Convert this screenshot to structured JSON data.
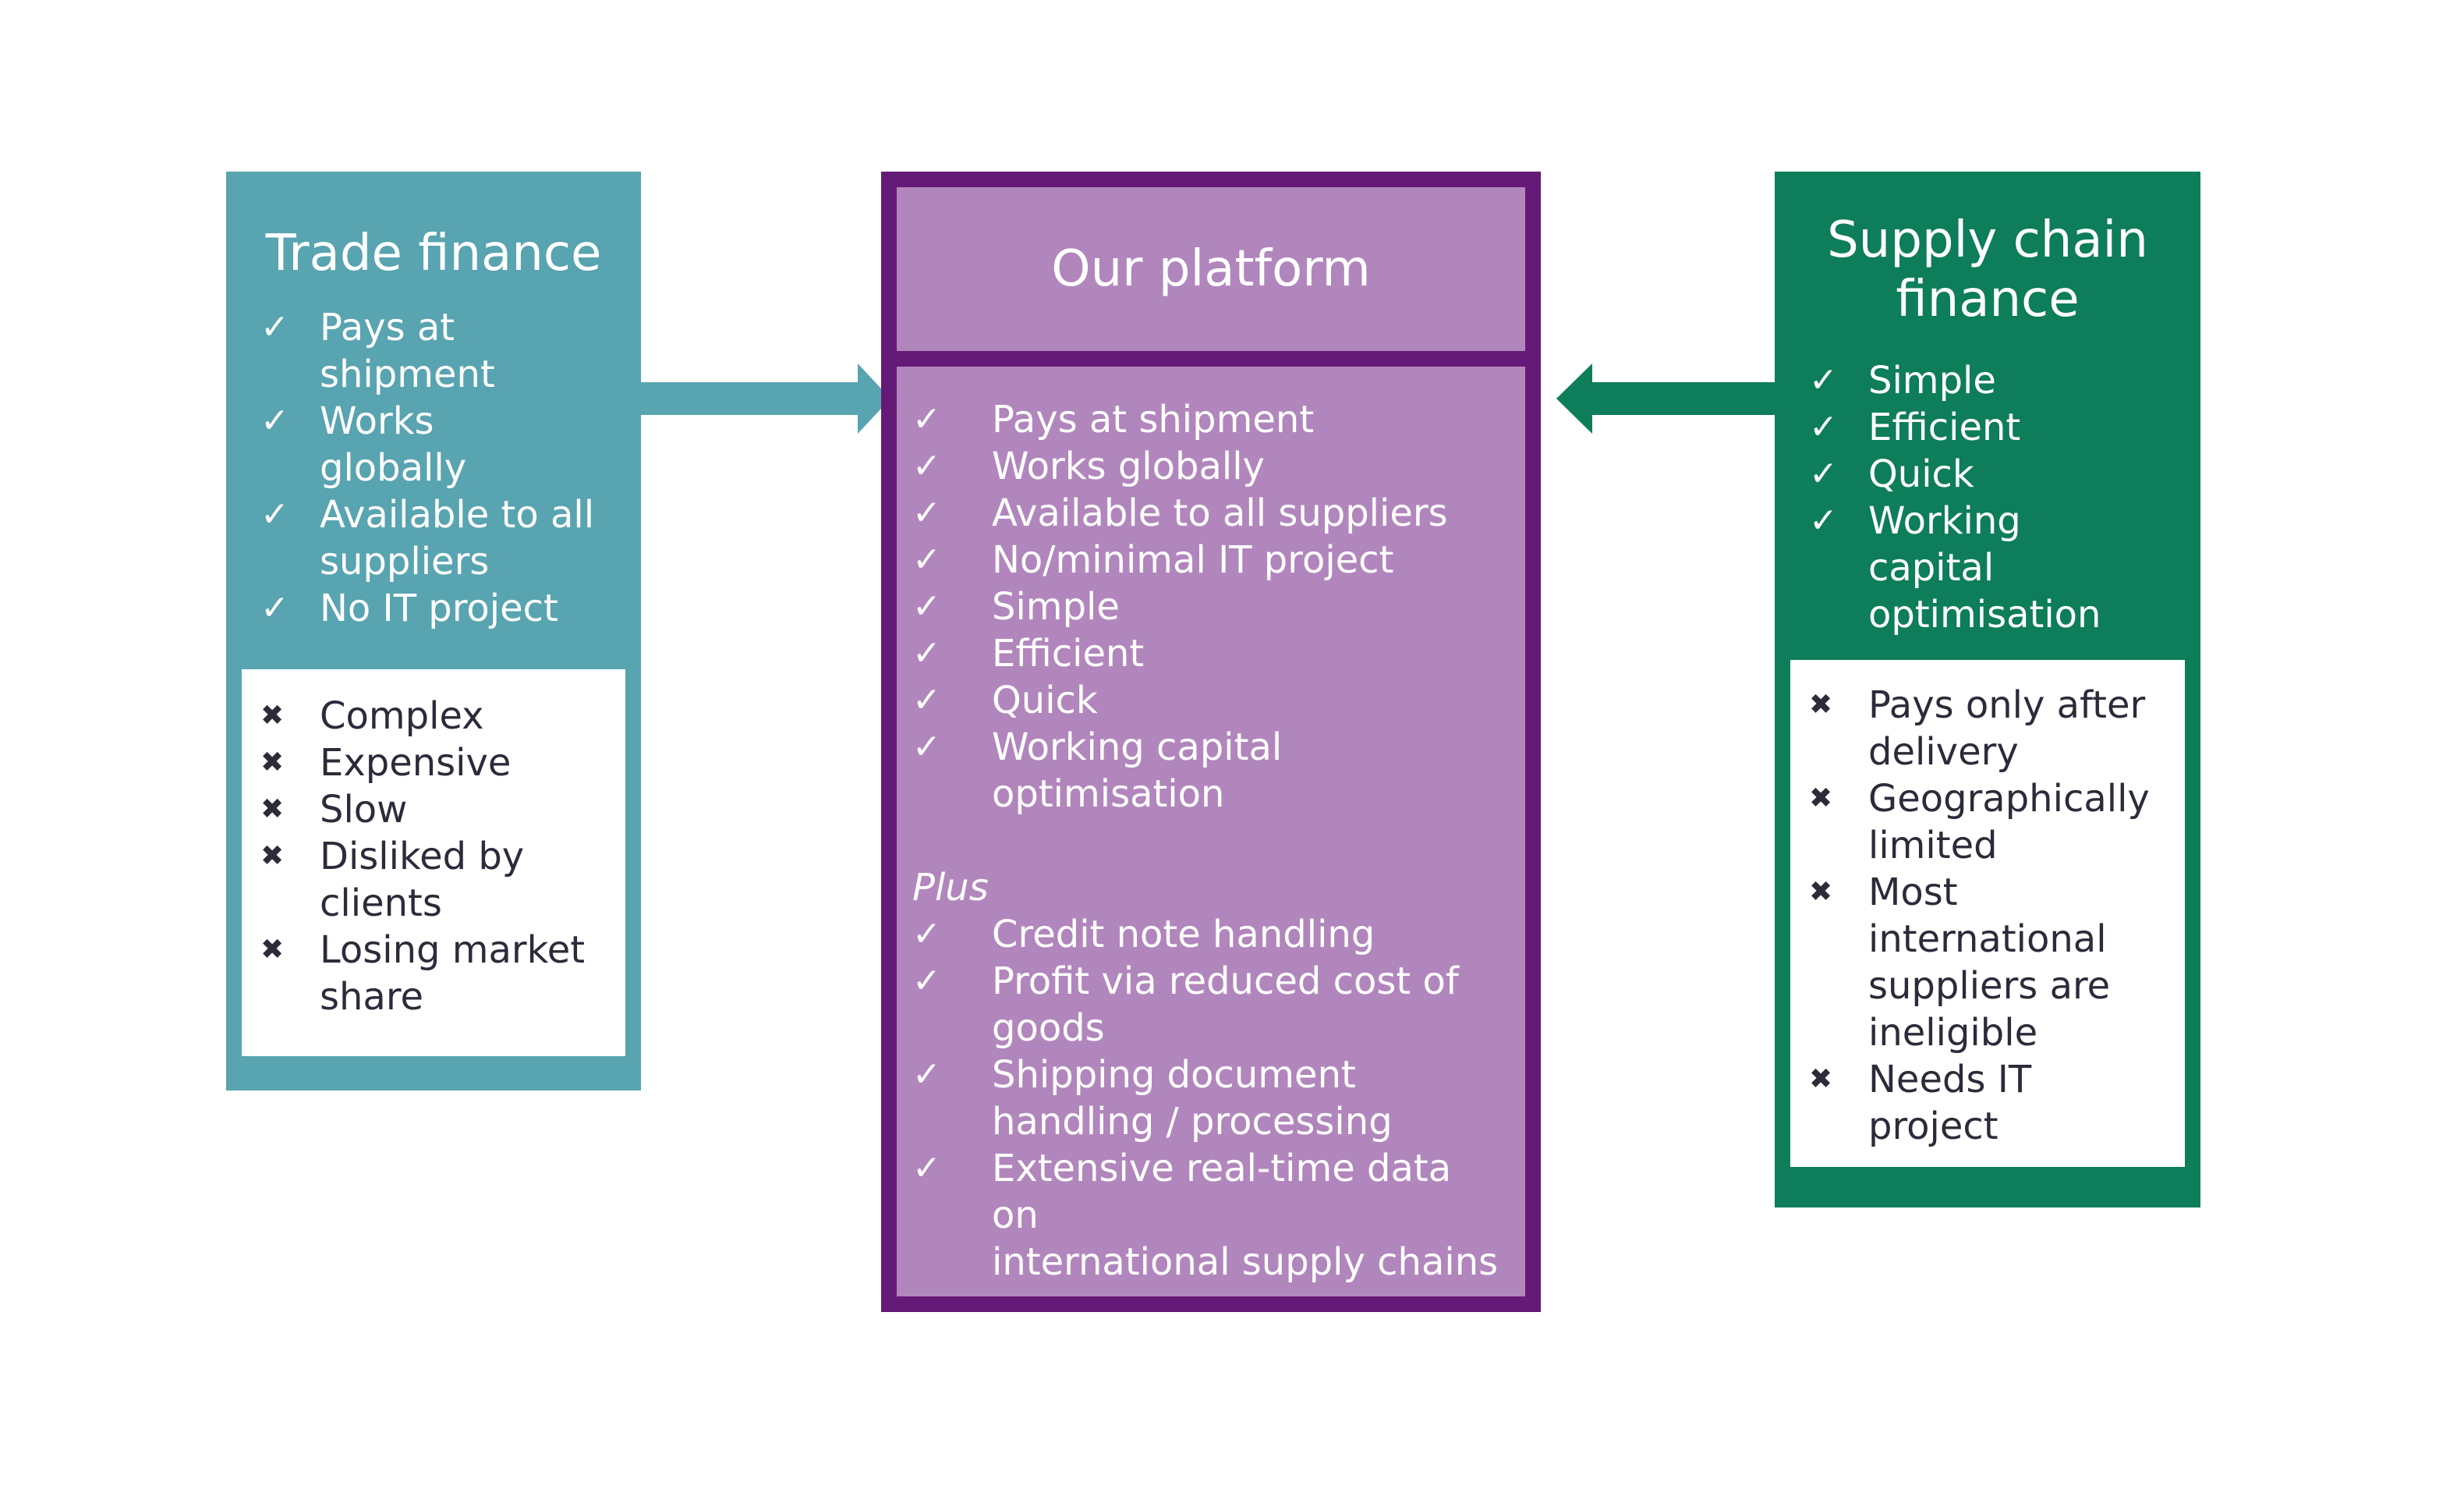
{
  "trade_finance": {
    "title": "Trade finance",
    "pros": [
      {
        "mark": "✓",
        "text": "Pays at\nshipment"
      },
      {
        "mark": "✓",
        "text": "Works\nglobally"
      },
      {
        "mark": "✓",
        "text": "Available to all\nsuppliers"
      },
      {
        "mark": "✓",
        "text": "No IT project"
      }
    ],
    "cons": [
      {
        "mark": "✖",
        "text": "Complex"
      },
      {
        "mark": "✖",
        "text": "Expensive"
      },
      {
        "mark": "✖",
        "text": "Slow"
      },
      {
        "mark": "✖",
        "text": "Disliked by\nclients"
      },
      {
        "mark": "✖",
        "text": "Losing market\nshare"
      }
    ]
  },
  "our_platform": {
    "title": "Our platform",
    "pros": [
      {
        "mark": "✓",
        "text": "Pays at shipment"
      },
      {
        "mark": "✓",
        "text": "Works globally"
      },
      {
        "mark": "✓",
        "text": "Available to all suppliers"
      },
      {
        "mark": "✓",
        "text": "No/minimal IT project"
      },
      {
        "mark": "✓",
        "text": "Simple"
      },
      {
        "mark": "✓",
        "text": "Efficient"
      },
      {
        "mark": "✓",
        "text": "Quick"
      },
      {
        "mark": "✓",
        "text": "Working capital\noptimisation"
      }
    ],
    "plus_label": "Plus",
    "plus_items": [
      {
        "mark": "✓",
        "text": "Credit note handling"
      },
      {
        "mark": "✓",
        "text": "Profit via reduced cost of\ngoods"
      },
      {
        "mark": "✓",
        "text": "Shipping document\nhandling / processing"
      },
      {
        "mark": "✓",
        "text": "Extensive real-time data on\ninternational supply chains"
      }
    ]
  },
  "supply_chain_finance": {
    "title": "Supply chain\nfinance",
    "pros": [
      {
        "mark": "✓",
        "text": "Simple"
      },
      {
        "mark": "✓",
        "text": "Efficient"
      },
      {
        "mark": "✓",
        "text": "Quick"
      },
      {
        "mark": "✓",
        "text": "Working\ncapital\noptimisation"
      }
    ],
    "cons": [
      {
        "mark": "✖",
        "text": "Pays only after\ndelivery"
      },
      {
        "mark": "✖",
        "text": "Geographically\nlimited"
      },
      {
        "mark": "✖",
        "text": "Most\ninternational\nsuppliers are\nineligible"
      },
      {
        "mark": "✖",
        "text": "Needs IT\nproject"
      }
    ]
  },
  "colors": {
    "trade_finance": "#58a4b0",
    "our_platform_border": "#661a77",
    "our_platform_fill": "#b186bc",
    "supply_chain_finance": "#0d7d5a"
  }
}
